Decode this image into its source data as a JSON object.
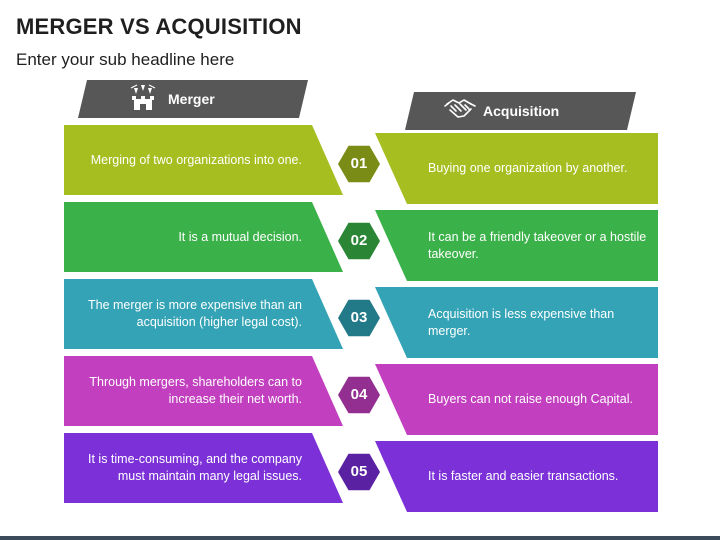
{
  "title": "MERGER VS ACQUISITION",
  "subtitle": "Enter your sub headline here",
  "headers": {
    "left": {
      "label": "Merger",
      "icon": "castle-icon"
    },
    "right": {
      "label": "Acquisition",
      "icon": "handshake-icon"
    }
  },
  "rows": [
    {
      "number": "01",
      "left": "Merging of two organizations into one.",
      "right": "Buying one organization by another.",
      "color": "#a6be1f",
      "dark": "#7a8c16"
    },
    {
      "number": "02",
      "left": "It is a mutual decision.",
      "right": "It can be a friendly takeover or a hostile takeover.",
      "color": "#3bb149",
      "dark": "#2a8535"
    },
    {
      "number": "03",
      "left": "The merger is more expensive than an acquisition (higher legal cost).",
      "right": "Acquisition is less expensive than merger.",
      "color": "#33a3b5",
      "dark": "#227988"
    },
    {
      "number": "04",
      "left": "Through mergers, shareholders can to increase their net worth.",
      "right": "Buyers can not raise enough Capital.",
      "color": "#c23fc0",
      "dark": "#922f90"
    },
    {
      "number": "05",
      "left": "It is time-consuming, and the company must maintain many legal issues.",
      "right": "It is faster and easier transactions.",
      "color": "#7b30d8",
      "dark": "#5a22a3"
    }
  ],
  "colors": {
    "header": "#575757",
    "hex_border": "#ffffff"
  }
}
